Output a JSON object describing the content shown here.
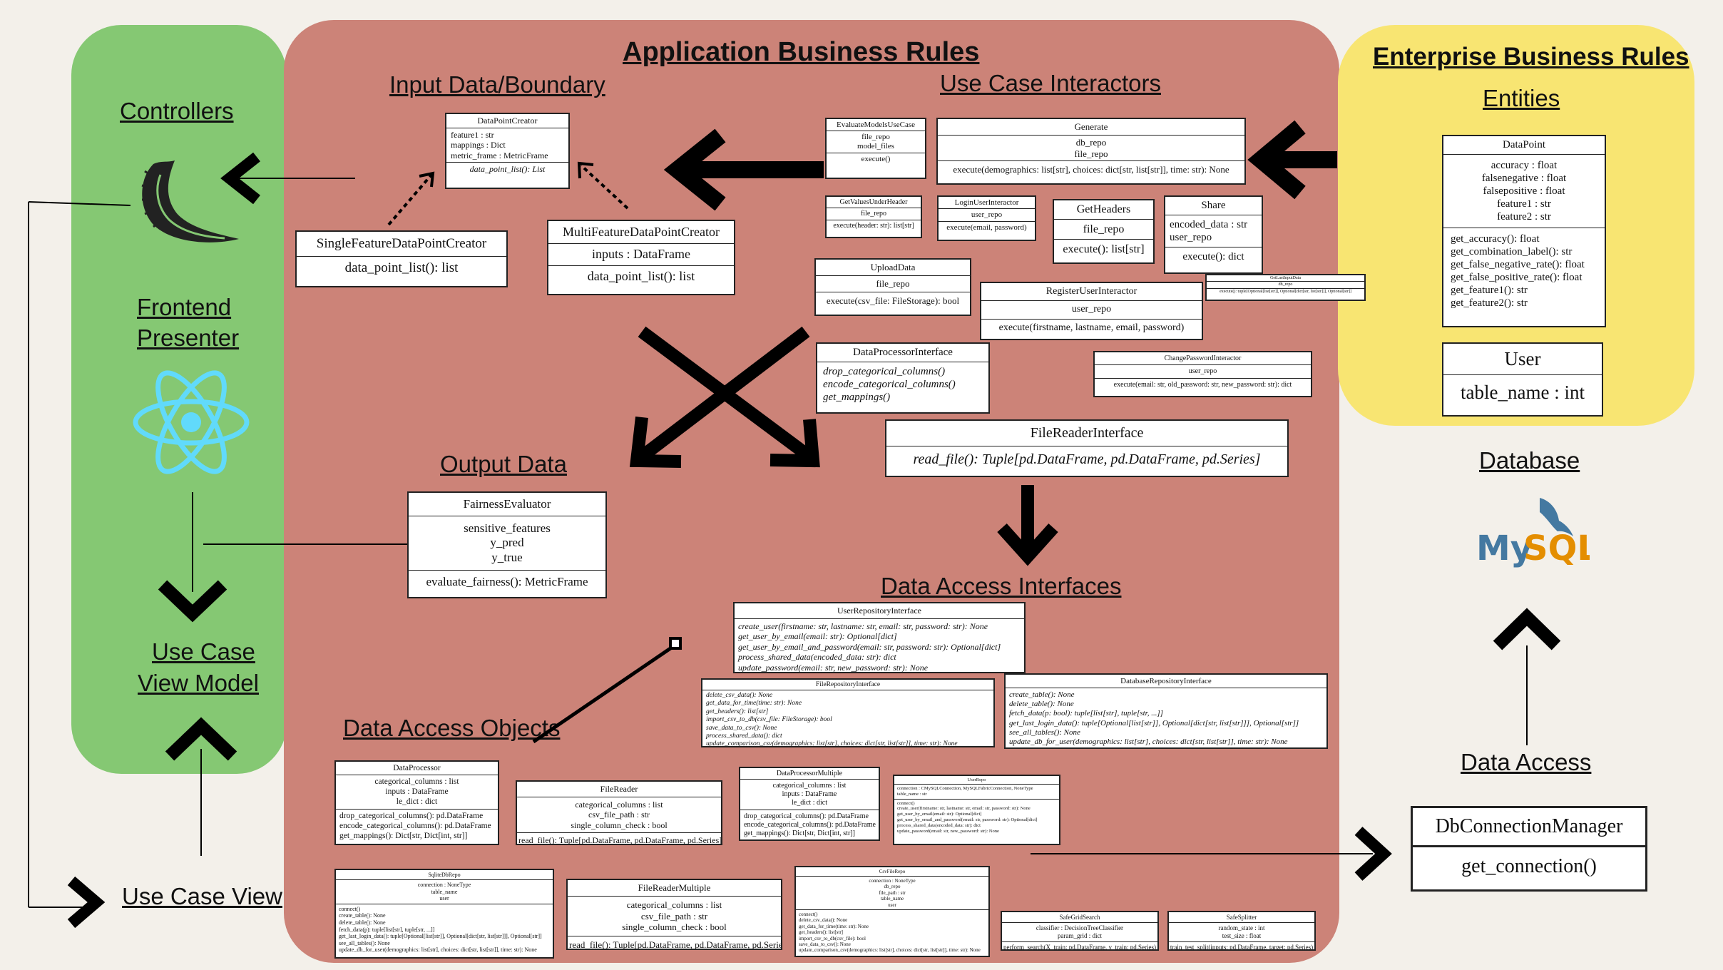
{
  "regions": {
    "frameworks_colors": {
      "green": "#85c873",
      "red": "#cc8378",
      "yellow": "#f8e572"
    }
  },
  "labels": {
    "application_business_rules": "Application Business Rules",
    "enterprise_business_rules": "Enterprise Business Rules",
    "input_data_boundary": "Input Data/Boundary",
    "use_case_interactors": "Use Case Interactors",
    "entities": "Entities",
    "controllers": "Controllers",
    "frontend_presenter_1": "Frontend",
    "frontend_presenter_2": "Presenter",
    "output_data": "Output Data",
    "data_access_interfaces": "Data Access Interfaces",
    "data_access_objects": "Data Access Objects",
    "use_case_view_model_1": "Use Case",
    "use_case_view_model_2": "View Model",
    "use_case_view": "Use Case View",
    "database": "Database",
    "data_access": "Data Access",
    "mysql_logo_text": "MySQL"
  },
  "classes": {
    "data_point_creator": {
      "name": "DataPointCreator",
      "attrs": [
        "feature1 : str",
        "mappings : Dict",
        "metric_frame : MetricFrame"
      ],
      "methods": [
        "data_point_list(): List"
      ]
    },
    "single_feature": {
      "name": "SingleFeatureDataPointCreator",
      "methods": [
        "data_point_list(): list"
      ]
    },
    "multi_feature": {
      "name": "MultiFeatureDataPointCreator",
      "attrs": [
        "inputs : DataFrame"
      ],
      "methods": [
        "data_point_list(): list"
      ]
    },
    "evaluate_models": {
      "name": "EvaluateModelsUseCase",
      "attrs": [
        "file_repo",
        "model_files"
      ],
      "methods": [
        "execute()"
      ]
    },
    "generate": {
      "name": "Generate",
      "attrs": [
        "db_repo",
        "file_repo"
      ],
      "methods": [
        "execute(demographics: list[str], choices: dict[str, list[str]], time: str): None"
      ]
    },
    "get_values_under_header": {
      "name": "GetValuesUnderHeader",
      "attrs": [
        "file_repo"
      ],
      "methods": [
        "execute(header: str): list[str]"
      ]
    },
    "login_user": {
      "name": "LoginUserInteractor",
      "attrs": [
        "user_repo"
      ],
      "methods": [
        "execute(email, password)"
      ]
    },
    "get_headers": {
      "name": "GetHeaders",
      "attrs": [
        "file_repo"
      ],
      "methods": [
        "execute(): list[str]"
      ]
    },
    "share": {
      "name": "Share",
      "attrs": [
        "encoded_data : str",
        "user_repo"
      ],
      "methods": [
        "execute(): dict"
      ]
    },
    "get_last_input": {
      "name": "GetLastInputData",
      "attrs": [
        "db_repo"
      ],
      "methods": [
        "execute(): tuple[Optional[list[str]], Optional[dict[str, list[str]]], Optional[str]]"
      ]
    },
    "upload_data": {
      "name": "UploadData",
      "attrs": [
        "file_repo"
      ],
      "methods": [
        "execute(csv_file: FileStorage): bool"
      ]
    },
    "register_user": {
      "name": "RegisterUserInteractor",
      "attrs": [
        "user_repo"
      ],
      "methods": [
        "execute(firstname, lastname, email, password)"
      ]
    },
    "data_processor_interface": {
      "name": "DataProcessorInterface",
      "methods": [
        "drop_categorical_columns()",
        "encode_categorical_columns()",
        "get_mappings()"
      ]
    },
    "change_password": {
      "name": "ChangePasswordInteractor",
      "attrs": [
        "user_repo"
      ],
      "methods": [
        "execute(email: str, old_password: str, new_password: str): dict"
      ]
    },
    "file_reader_interface": {
      "name": "FileReaderInterface",
      "methods": [
        "read_file(): Tuple[pd.DataFrame, pd.DataFrame, pd.Series]"
      ]
    },
    "fairness_evaluator": {
      "name": "FairnessEvaluator",
      "attrs": [
        "sensitive_features",
        "y_pred",
        "y_true"
      ],
      "methods": [
        "evaluate_fairness(): MetricFrame"
      ]
    },
    "data_point": {
      "name": "DataPoint",
      "attrs": [
        "accuracy : float",
        "falsenegative : float",
        "falsepositive : float",
        "feature1 : str",
        "feature2 : str"
      ],
      "methods": [
        "get_accuracy(): float",
        "get_combination_label(): str",
        "get_false_negative_rate(): float",
        "get_false_positive_rate(): float",
        "get_feature1(): str",
        "get_feature2(): str"
      ]
    },
    "user": {
      "name": "User",
      "attrs": [
        "table_name : int"
      ]
    },
    "user_repo_interface": {
      "name": "UserRepositoryInterface",
      "methods": [
        "create_user(firstname: str, lastname: str, email: str, password: str): None",
        "get_user_by_email(email: str): Optional[dict]",
        "get_user_by_email_and_password(email: str, password: str): Optional[dict]",
        "process_shared_data(encoded_data: str): dict",
        "update_password(email: str, new_password: str): None"
      ]
    },
    "file_repo_interface": {
      "name": "FileRepositoryInterface",
      "methods": [
        "delete_csv_data(): None",
        "get_data_for_time(time: str): None",
        "get_headers(): list[str]",
        "import_csv_to_db(csv_file: FileStorage): bool",
        "save_data_to_csv(): None",
        "process_shared_data(): dict",
        "update_comparison_csv(demographics: list[str], choices: dict[str, list[str]], time: str): None"
      ]
    },
    "db_repo_interface": {
      "name": "DatabaseRepositoryInterface",
      "methods": [
        "create_table(): None",
        "delete_table(): None",
        "fetch_data(p: bool): tuple[list[str], tuple[str, ...]]",
        "get_last_login_data(): tuple[Optional[list[str]], Optional[dict[str, list[str]]], Optional[str]]",
        "see_all_tables(): None",
        "update_db_for_user(demographics: list[str], choices: dict[str, list[str]], time: str): None"
      ]
    },
    "data_processor": {
      "name": "DataProcessor",
      "attrs": [
        "categorical_columns : list",
        "inputs : DataFrame",
        "le_dict : dict"
      ],
      "methods": [
        "drop_categorical_columns(): pd.DataFrame",
        "encode_categorical_columns(): pd.DataFrame",
        "get_mappings(): Dict[str, Dict[int, str]]"
      ]
    },
    "file_reader": {
      "name": "FileReader",
      "attrs": [
        "categorical_columns : list",
        "csv_file_path : str",
        "single_column_check : bool"
      ],
      "methods": [
        "read_file(): Tuple[pd.DataFrame, pd.DataFrame, pd.Series]"
      ]
    },
    "data_processor_multiple": {
      "name": "DataProcessorMultiple",
      "attrs": [
        "categorical_columns : list",
        "inputs : DataFrame",
        "le_dict : dict"
      ],
      "methods": [
        "drop_categorical_columns(): pd.DataFrame",
        "encode_categorical_columns(): pd.DataFrame",
        "get_mappings(): Dict[str, Dict[int, str]]"
      ]
    },
    "user_repo": {
      "name": "UserRepo",
      "attrs": [
        "connection : CMySQLConnection, MySQLFabricConnection, NoneType",
        "table_name : str"
      ],
      "methods": [
        "connect()",
        "create_user(firstname: str, lastname: str, email: str, password: str): None",
        "get_user_by_email(email: str): Optional[dict]",
        "get_user_by_email_and_password(email: str, password: str): Optional[dict]",
        "process_shared_data(encoded_data: str): dict",
        "update_password(email: str, new_password: str): None"
      ]
    },
    "sqlite_db_repo": {
      "name": "SqliteDbRepo",
      "attrs": [
        "connection : NoneType",
        "table_name",
        "user"
      ],
      "methods": [
        "connect()",
        "create_table(): None",
        "delete_table(): None",
        "fetch_data(p): tuple[list[str], tuple[str, ...]]",
        "get_last_login_data(): tuple[Optional[list[str]], Optional[dict[str, list[str]]], Optional[str]]",
        "see_all_tables(): None",
        "update_db_for_user(demographics: list[str], choices: dict[str, list[str]], time: str): None"
      ]
    },
    "file_reader_multiple": {
      "name": "FileReaderMultiple",
      "attrs": [
        "categorical_columns : list",
        "csv_file_path : str",
        "single_column_check : bool"
      ],
      "methods": [
        "read_file(): Tuple[pd.DataFrame, pd.DataFrame, pd.Series]"
      ]
    },
    "csv_file_repo": {
      "name": "CsvFileRepo",
      "attrs": [
        "connection : NoneType",
        "db_repo",
        "file_path : str",
        "table_name",
        "user"
      ],
      "methods": [
        "connect()",
        "delete_csv_data(): None",
        "get_data_for_time(time: str): None",
        "get_headers(): list[str]",
        "import_csv_to_db(csv_file): bool",
        "save_data_to_csv(): None",
        "update_comparison_csv(demographics: list[str], choices: dict[str, list[str]], time: str): None"
      ]
    },
    "safe_grid_search": {
      "name": "SafeGridSearch",
      "attrs": [
        "classifier : DecisionTreeClassifier",
        "param_grid : dict"
      ],
      "methods": [
        "perform_search(X_train: pd.DataFrame, y_train: pd.Series)"
      ]
    },
    "safe_splitter": {
      "name": "SafeSplitter",
      "attrs": [
        "random_state : int",
        "test_size : float"
      ],
      "methods": [
        "train_test_split(inputs: pd.DataFrame, target: pd.Series)"
      ]
    },
    "db_connection_manager": {
      "name": "DbConnectionManager",
      "methods": [
        "get_connection()"
      ]
    }
  }
}
